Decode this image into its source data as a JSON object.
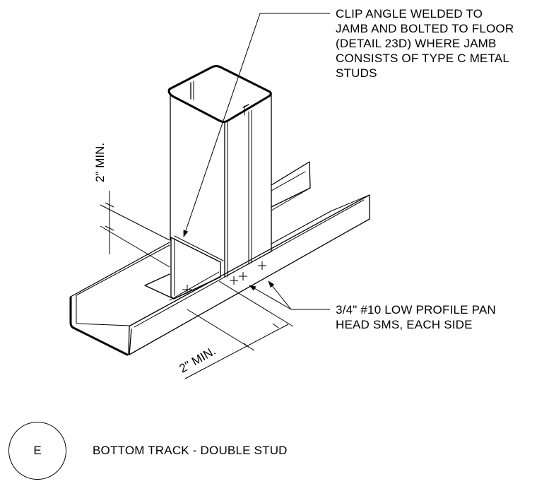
{
  "notes": {
    "clip_angle": [
      "CLIP ANGLE WELDED TO",
      "JAMB AND BOLTED TO FLOOR",
      "(DETAIL 23D) WHERE JAMB",
      "CONSISTS OF TYPE C METAL",
      "STUDS"
    ],
    "screws": [
      "3/4\" #10 LOW PROFILE PAN",
      "HEAD SMS, EACH SIDE"
    ]
  },
  "dimensions": {
    "vertical": "2\" MIN.",
    "horizontal": "2\" MIN."
  },
  "detail": {
    "tag": "E",
    "title": "BOTTOM TRACK - DOUBLE STUD"
  }
}
